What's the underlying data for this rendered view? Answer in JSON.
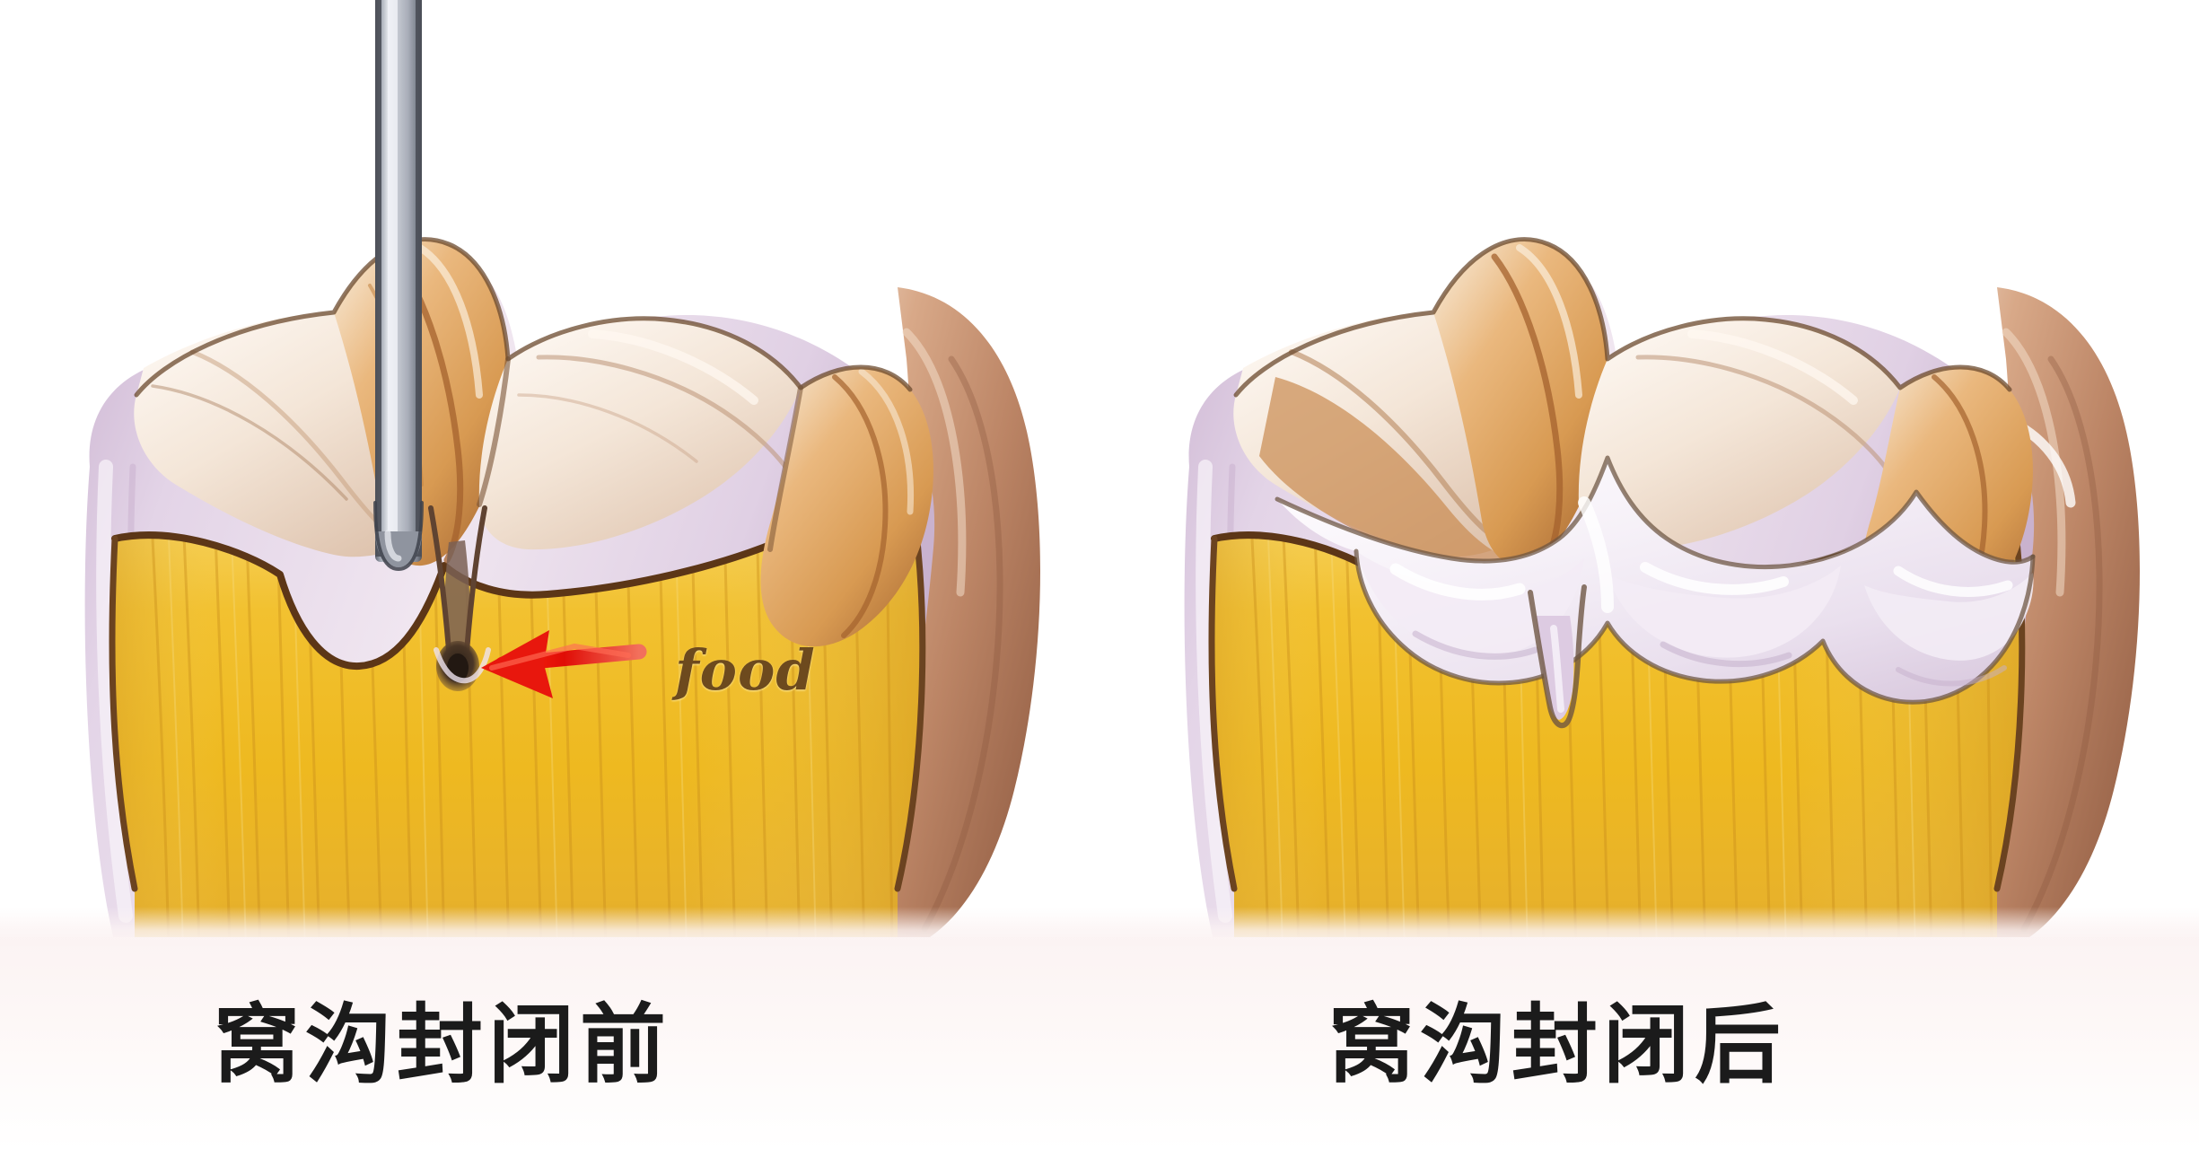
{
  "figure": {
    "background_color": "#ffffff",
    "caption_band_color": "#fbf3f3",
    "title_text_color": "#1b1b1b"
  },
  "palette": {
    "enamel_lavender": "#d9c6dc",
    "enamel_lavender_light": "#e8dced",
    "enamel_highlight": "#f6f0f6",
    "dentin_yellow": "#f0bb28",
    "dentin_yellow_light": "#f8d766",
    "dentin_yellow_deep": "#d99a18",
    "dej_line": "#5e3a1c",
    "cusp_tan": "#e5a25c",
    "cusp_tan_deep": "#a9642f",
    "cusp_cream": "#f6ebdf",
    "outer_enamel_brown": "#b07a5c",
    "sealant_white": "#f7f2f8",
    "probe_steel": "#b9bdc6",
    "probe_steel_dark": "#6f747f",
    "arrow_red": "#e8170d",
    "food_text": "#6d4a1e",
    "outline": "#4a3122"
  },
  "panels": [
    {
      "id": "before",
      "caption": "窝沟封闭前",
      "caption_meaning": "Before pit and fissure sealing",
      "state": "unsealed",
      "has_probe": true,
      "has_food_arrow": true,
      "food_label": "food",
      "fissure": "deep open narrow fissure reaching dentino-enamel junction"
    },
    {
      "id": "after",
      "caption": "窝沟封闭后",
      "caption_meaning": "After pit and fissure sealing",
      "state": "sealed",
      "has_probe": false,
      "has_food_arrow": false,
      "food_label": "",
      "fissure": "fissure filled with white sealant material, surface smooth"
    }
  ],
  "annotations": {
    "probe_name": "dental explorer probe",
    "arrow_name": "food impaction arrow",
    "food_label": "food"
  }
}
